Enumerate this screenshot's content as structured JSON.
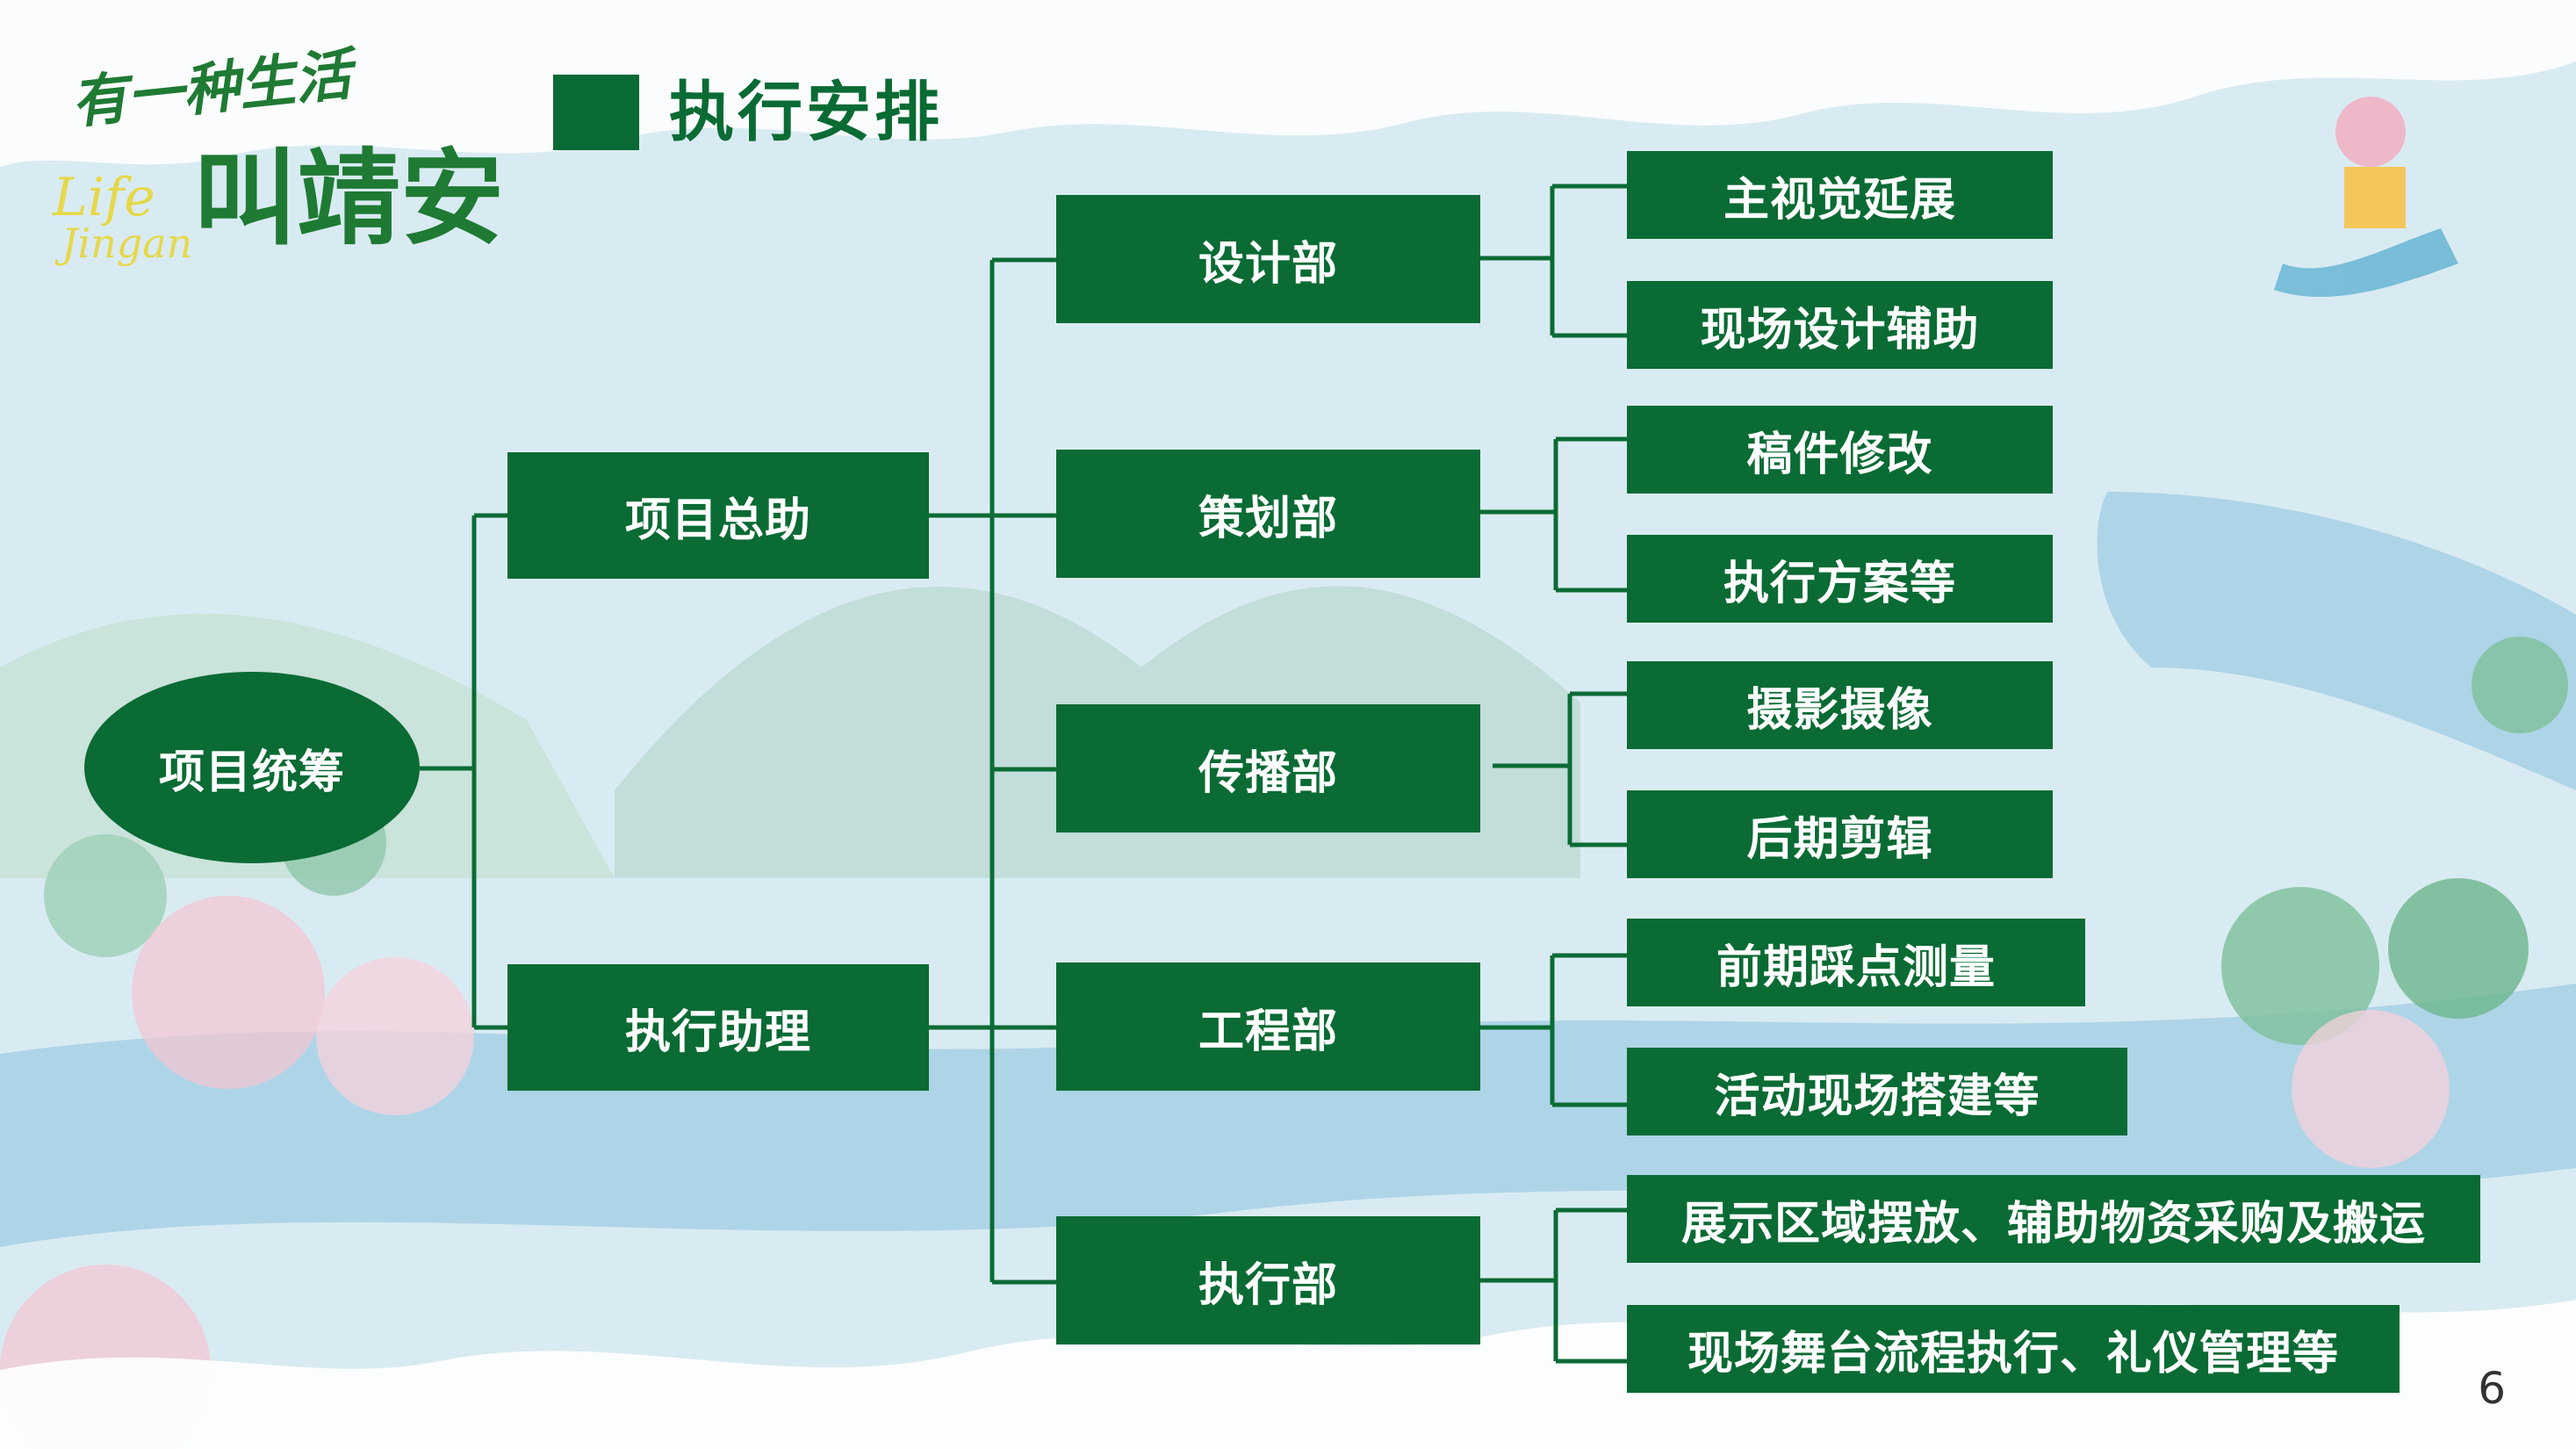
{
  "logo": {
    "top_text": "有一种生活",
    "main_text": "叫靖安",
    "en_line1": "Life",
    "en_line2": "Jingan"
  },
  "title": "执行安排",
  "page_number": "6",
  "colors": {
    "node_fill": "#0a6b34",
    "node_text": "#ffffff",
    "connector": "#0a6b34",
    "title": "#0a6b34"
  },
  "org_chart": {
    "root": "项目统筹",
    "level1": [
      "项目总助",
      "执行助理"
    ],
    "departments": [
      {
        "name": "设计部",
        "tasks": [
          "主视觉延展",
          "现场设计辅助"
        ]
      },
      {
        "name": "策划部",
        "tasks": [
          "稿件修改",
          "执行方案等"
        ]
      },
      {
        "name": "传播部",
        "tasks": [
          "摄影摄像",
          "后期剪辑"
        ]
      },
      {
        "name": "工程部",
        "tasks": [
          "前期踩点测量",
          "活动现场搭建等"
        ]
      },
      {
        "name": "执行部",
        "tasks": [
          "展示区域摆放、辅助物资采购及搬运",
          "现场舞台流程执行、礼仪管理等"
        ]
      }
    ]
  }
}
